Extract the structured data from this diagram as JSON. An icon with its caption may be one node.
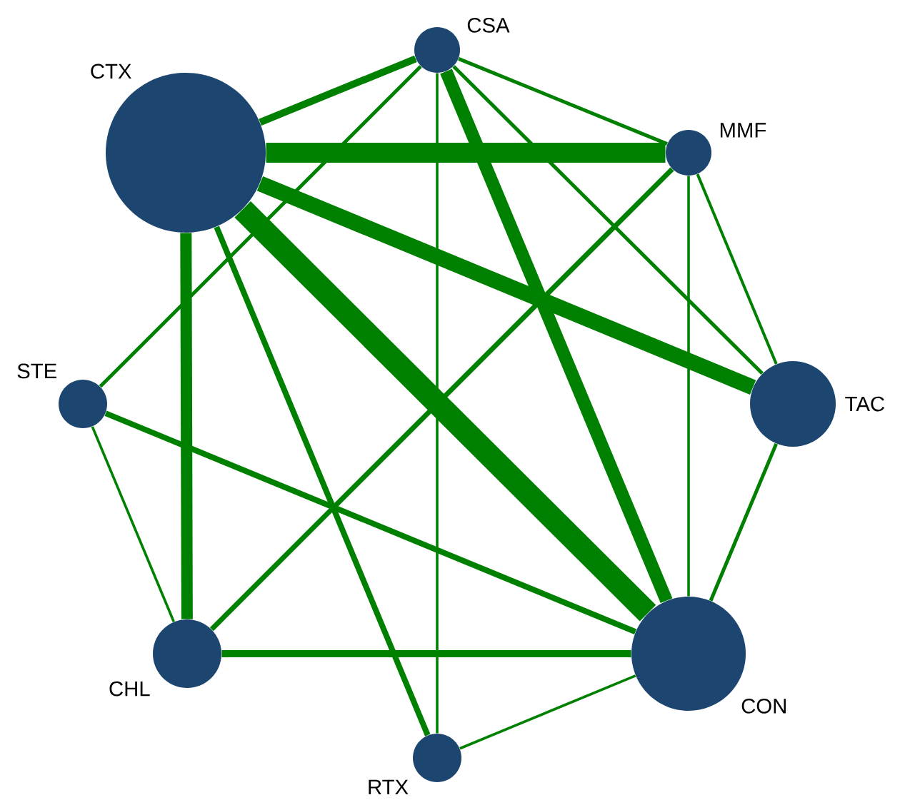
{
  "diagram": {
    "nodes": [
      {
        "text": [
          "CSA"
        ]
      },
      {
        "text": [
          "CTX"
        ]
      },
      {
        "text": [
          "MMF"
        ]
      },
      {
        "text": [
          "STE"
        ]
      },
      {
        "text": [
          "TAC"
        ]
      },
      {
        "text": [
          "CHL"
        ]
      },
      {
        "text": [
          "CON"
        ]
      },
      {
        "text": [
          "RTX"
        ]
      }
    ],
    "edges": [
      {
        "from": 1,
        "to": 0,
        "arrow": "none"
      },
      {
        "from": 1,
        "to": 2,
        "arrow": "none",
        "style": "thick"
      },
      {
        "from": 1,
        "to": 4,
        "arrow": "none",
        "style": "thick"
      },
      {
        "from": 1,
        "to": 6,
        "arrow": "none",
        "style": "thick"
      },
      {
        "from": 1,
        "to": 5,
        "arrow": "none",
        "style": "thick"
      },
      {
        "from": 1,
        "to": 7,
        "arrow": "none"
      },
      {
        "from": 0,
        "to": 2,
        "arrow": "none"
      },
      {
        "from": 0,
        "to": 6,
        "arrow": "none",
        "style": "thick"
      },
      {
        "from": 0,
        "to": 4,
        "arrow": "none"
      },
      {
        "from": 0,
        "to": 7,
        "arrow": "none"
      },
      {
        "from": 0,
        "to": 3,
        "arrow": "none"
      },
      {
        "from": 2,
        "to": 5,
        "arrow": "none"
      },
      {
        "from": 2,
        "to": 6,
        "arrow": "none"
      },
      {
        "from": 2,
        "to": 4,
        "arrow": "none"
      },
      {
        "from": 3,
        "to": 6,
        "arrow": "none"
      },
      {
        "from": 3,
        "to": 5,
        "arrow": "none"
      },
      {
        "from": 5,
        "to": 6,
        "arrow": "none"
      },
      {
        "from": 4,
        "to": 6,
        "arrow": "none"
      },
      {
        "from": 7,
        "to": 6,
        "arrow": "none"
      }
    ]
  }
}
